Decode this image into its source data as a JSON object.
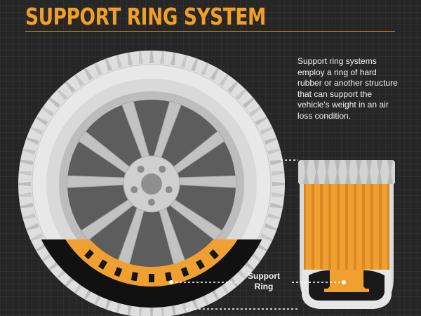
{
  "title": "SUPPORT RING SYSTEM",
  "description": "Support ring systems employ a ring of hard rubber or another structure that can support the vehicle's weight in an air loss condition.",
  "support_label": {
    "line1": "Support",
    "line2": "Ring"
  },
  "colors": {
    "accent": "#f2a023",
    "background": "#262626",
    "text": "#f3f3f3",
    "tire": "#e2e2e2",
    "wheel": "#c4c4c4"
  }
}
